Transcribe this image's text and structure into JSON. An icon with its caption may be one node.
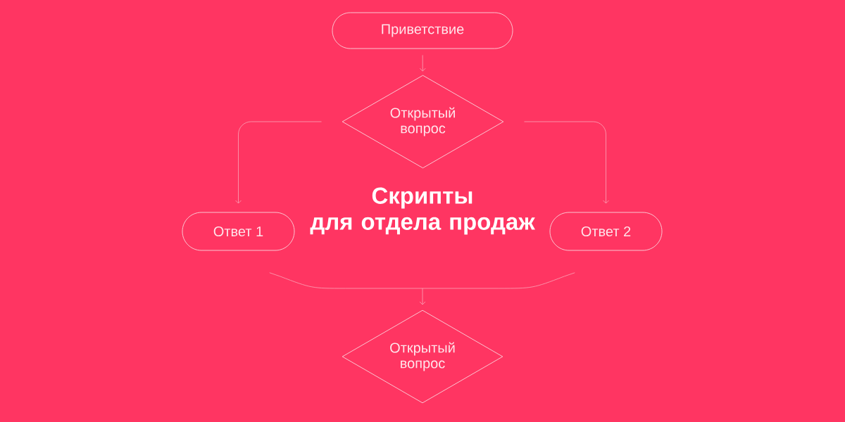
{
  "diagram": {
    "title": "Скрипты для отдела продаж",
    "nodes": [
      {
        "text": [
          "Приветствие"
        ]
      },
      {
        "text": [
          "Открытый вопрос"
        ]
      },
      {
        "text": [
          "Ответ 1"
        ]
      },
      {
        "text": [
          "Ответ 2"
        ]
      },
      {
        "text": [
          "Открытый вопрос"
        ]
      }
    ],
    "edges": [
      {
        "from": 0,
        "to": 1,
        "arrow": "to"
      },
      {
        "from": 1,
        "to": 2,
        "arrow": "to"
      },
      {
        "from": 1,
        "to": 3,
        "arrow": "to"
      },
      {
        "from": 2,
        "to": 4,
        "arrow": "to"
      },
      {
        "from": 3,
        "to": 4,
        "arrow": "to"
      }
    ]
  }
}
